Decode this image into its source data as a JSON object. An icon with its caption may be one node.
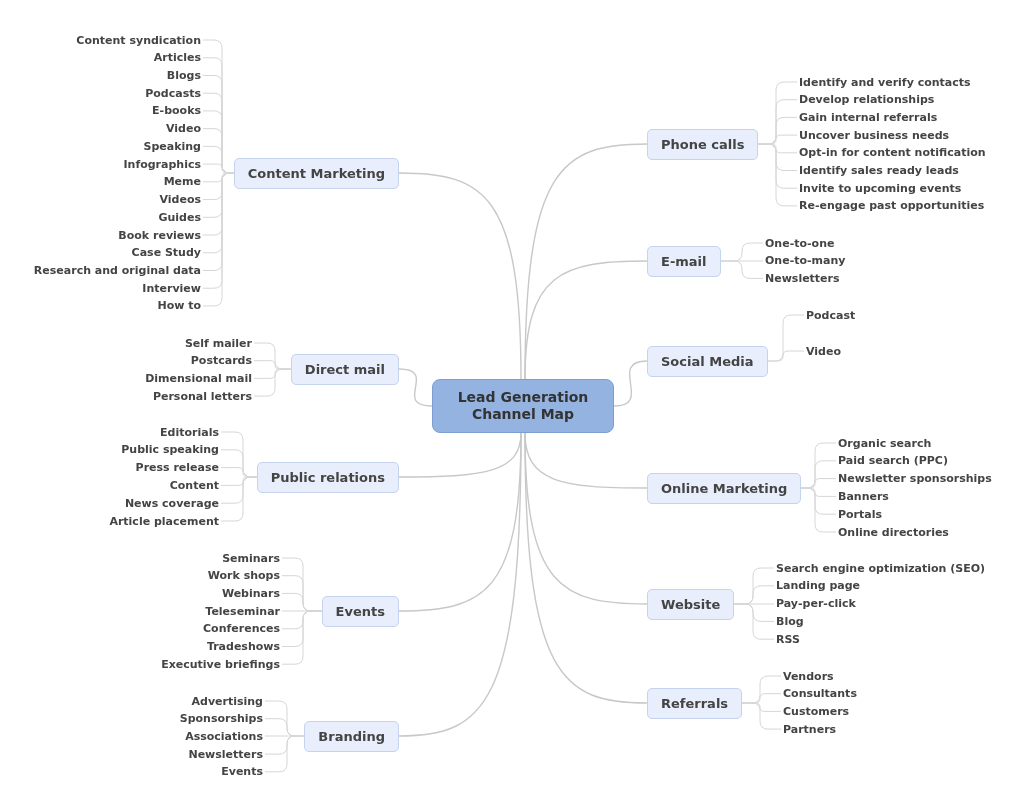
{
  "diagram": {
    "nodes": [
      {
        "text": [
          "Lead Generation Channel Map"
        ]
      },
      {
        "text": [
          "Content Marketing"
        ]
      },
      {
        "text": [
          "Content syndication"
        ]
      },
      {
        "text": [
          "Articles"
        ]
      },
      {
        "text": [
          "Blogs"
        ]
      },
      {
        "text": [
          "Podcasts"
        ]
      },
      {
        "text": [
          "E-books"
        ]
      },
      {
        "text": [
          "Video"
        ]
      },
      {
        "text": [
          "Speaking"
        ]
      },
      {
        "text": [
          "Infographics"
        ]
      },
      {
        "text": [
          "Meme"
        ]
      },
      {
        "text": [
          "Videos"
        ]
      },
      {
        "text": [
          "Guides"
        ]
      },
      {
        "text": [
          "Book reviews"
        ]
      },
      {
        "text": [
          "Case Study"
        ]
      },
      {
        "text": [
          "Research and original data"
        ]
      },
      {
        "text": [
          "Interview"
        ]
      },
      {
        "text": [
          "How to"
        ]
      },
      {
        "text": [
          "Direct mail"
        ]
      },
      {
        "text": [
          "Self mailer"
        ]
      },
      {
        "text": [
          "Postcards"
        ]
      },
      {
        "text": [
          "Dimensional mail"
        ]
      },
      {
        "text": [
          "Personal letters"
        ]
      },
      {
        "text": [
          "Public relations"
        ]
      },
      {
        "text": [
          "Editorials"
        ]
      },
      {
        "text": [
          "Public speaking"
        ]
      },
      {
        "text": [
          "Press release"
        ]
      },
      {
        "text": [
          "Content"
        ]
      },
      {
        "text": [
          "News coverage"
        ]
      },
      {
        "text": [
          "Article placement"
        ]
      },
      {
        "text": [
          "Events"
        ]
      },
      {
        "text": [
          "Seminars"
        ]
      },
      {
        "text": [
          "Work shops"
        ]
      },
      {
        "text": [
          "Webinars"
        ]
      },
      {
        "text": [
          "Teleseminar"
        ]
      },
      {
        "text": [
          "Conferences"
        ]
      },
      {
        "text": [
          "Tradeshows"
        ]
      },
      {
        "text": [
          "Executive briefings"
        ]
      },
      {
        "text": [
          "Branding"
        ]
      },
      {
        "text": [
          "Advertising"
        ]
      },
      {
        "text": [
          "Sponsorships"
        ]
      },
      {
        "text": [
          "Associations"
        ]
      },
      {
        "text": [
          "Newsletters"
        ]
      },
      {
        "text": [
          "Events"
        ]
      },
      {
        "text": [
          "Phone calls"
        ]
      },
      {
        "text": [
          "Identify and verify contacts"
        ]
      },
      {
        "text": [
          "Develop relationships"
        ]
      },
      {
        "text": [
          "Gain internal referrals"
        ]
      },
      {
        "text": [
          "Uncover business needs"
        ]
      },
      {
        "text": [
          "Opt-in for content notification"
        ]
      },
      {
        "text": [
          "Identify sales ready leads"
        ]
      },
      {
        "text": [
          "Invite to upcoming events"
        ]
      },
      {
        "text": [
          "Re-engage past opportunities"
        ]
      },
      {
        "text": [
          "E-mail"
        ]
      },
      {
        "text": [
          "One-to-one"
        ]
      },
      {
        "text": [
          "One-to-many"
        ]
      },
      {
        "text": [
          "Newsletters"
        ]
      },
      {
        "text": [
          "Social Media"
        ]
      },
      {
        "text": [
          "Podcast"
        ]
      },
      {
        "text": [
          "Video"
        ]
      },
      {
        "text": [
          "Online Marketing"
        ]
      },
      {
        "text": [
          "Organic search"
        ]
      },
      {
        "text": [
          "Paid search (PPC)"
        ]
      },
      {
        "text": [
          "Newsletter sponsorships"
        ]
      },
      {
        "text": [
          "Banners"
        ]
      },
      {
        "text": [
          "Portals"
        ]
      },
      {
        "text": [
          "Online directories"
        ]
      },
      {
        "text": [
          "Website"
        ]
      },
      {
        "text": [
          "Search engine optimization (SEO)"
        ]
      },
      {
        "text": [
          "Landing page"
        ]
      },
      {
        "text": [
          "Pay-per-click"
        ]
      },
      {
        "text": [
          "Blog"
        ]
      },
      {
        "text": [
          "RSS"
        ]
      },
      {
        "text": [
          "Referrals"
        ]
      },
      {
        "text": [
          "Vendors"
        ]
      },
      {
        "text": [
          "Consultants"
        ]
      },
      {
        "text": [
          "Customers"
        ]
      },
      {
        "text": [
          "Partners"
        ]
      }
    ],
    "edges": [
      {
        "from": 0,
        "to": 1,
        "arrow": "none"
      },
      {
        "from": 0,
        "to": 18,
        "arrow": "none"
      },
      {
        "from": 0,
        "to": 23,
        "arrow": "none"
      },
      {
        "from": 0,
        "to": 30,
        "arrow": "none"
      },
      {
        "from": 0,
        "to": 38,
        "arrow": "none"
      },
      {
        "from": 0,
        "to": 44,
        "arrow": "none"
      },
      {
        "from": 0,
        "to": 53,
        "arrow": "none"
      },
      {
        "from": 0,
        "to": 57,
        "arrow": "none"
      },
      {
        "from": 0,
        "to": 60,
        "arrow": "none"
      },
      {
        "from": 0,
        "to": 67,
        "arrow": "none"
      },
      {
        "from": 0,
        "to": 73,
        "arrow": "none"
      },
      {
        "from": 1,
        "to": 2,
        "arrow": "none"
      },
      {
        "from": 1,
        "to": 3,
        "arrow": "none"
      },
      {
        "from": 1,
        "to": 4,
        "arrow": "none"
      },
      {
        "from": 1,
        "to": 5,
        "arrow": "none"
      },
      {
        "from": 1,
        "to": 6,
        "arrow": "none"
      },
      {
        "from": 1,
        "to": 7,
        "arrow": "none"
      },
      {
        "from": 1,
        "to": 8,
        "arrow": "none"
      },
      {
        "from": 1,
        "to": 9,
        "arrow": "none"
      },
      {
        "from": 1,
        "to": 10,
        "arrow": "none"
      },
      {
        "from": 1,
        "to": 11,
        "arrow": "none"
      },
      {
        "from": 1,
        "to": 12,
        "arrow": "none"
      },
      {
        "from": 1,
        "to": 13,
        "arrow": "none"
      },
      {
        "from": 1,
        "to": 14,
        "arrow": "none"
      },
      {
        "from": 1,
        "to": 15,
        "arrow": "none"
      },
      {
        "from": 1,
        "to": 16,
        "arrow": "none"
      },
      {
        "from": 1,
        "to": 17,
        "arrow": "none"
      },
      {
        "from": 18,
        "to": 19,
        "arrow": "none"
      },
      {
        "from": 18,
        "to": 20,
        "arrow": "none"
      },
      {
        "from": 18,
        "to": 21,
        "arrow": "none"
      },
      {
        "from": 18,
        "to": 22,
        "arrow": "none"
      },
      {
        "from": 23,
        "to": 24,
        "arrow": "none"
      },
      {
        "from": 23,
        "to": 25,
        "arrow": "none"
      },
      {
        "from": 23,
        "to": 26,
        "arrow": "none"
      },
      {
        "from": 23,
        "to": 27,
        "arrow": "none"
      },
      {
        "from": 23,
        "to": 28,
        "arrow": "none"
      },
      {
        "from": 23,
        "to": 29,
        "arrow": "none"
      },
      {
        "from": 30,
        "to": 31,
        "arrow": "none"
      },
      {
        "from": 30,
        "to": 32,
        "arrow": "none"
      },
      {
        "from": 30,
        "to": 33,
        "arrow": "none"
      },
      {
        "from": 30,
        "to": 34,
        "arrow": "none"
      },
      {
        "from": 30,
        "to": 35,
        "arrow": "none"
      },
      {
        "from": 30,
        "to": 36,
        "arrow": "none"
      },
      {
        "from": 30,
        "to": 37,
        "arrow": "none"
      },
      {
        "from": 38,
        "to": 39,
        "arrow": "none"
      },
      {
        "from": 38,
        "to": 40,
        "arrow": "none"
      },
      {
        "from": 38,
        "to": 41,
        "arrow": "none"
      },
      {
        "from": 38,
        "to": 42,
        "arrow": "none"
      },
      {
        "from": 38,
        "to": 43,
        "arrow": "none"
      },
      {
        "from": 44,
        "to": 45,
        "arrow": "none"
      },
      {
        "from": 44,
        "to": 46,
        "arrow": "none"
      },
      {
        "from": 44,
        "to": 47,
        "arrow": "none"
      },
      {
        "from": 44,
        "to": 48,
        "arrow": "none"
      },
      {
        "from": 44,
        "to": 49,
        "arrow": "none"
      },
      {
        "from": 44,
        "to": 50,
        "arrow": "none"
      },
      {
        "from": 44,
        "to": 51,
        "arrow": "none"
      },
      {
        "from": 44,
        "to": 52,
        "arrow": "none"
      },
      {
        "from": 53,
        "to": 54,
        "arrow": "none"
      },
      {
        "from": 53,
        "to": 55,
        "arrow": "none"
      },
      {
        "from": 53,
        "to": 56,
        "arrow": "none"
      },
      {
        "from": 57,
        "to": 58,
        "arrow": "none"
      },
      {
        "from": 57,
        "to": 59,
        "arrow": "none"
      },
      {
        "from": 60,
        "to": 61,
        "arrow": "none"
      },
      {
        "from": 60,
        "to": 62,
        "arrow": "none"
      },
      {
        "from": 60,
        "to": 63,
        "arrow": "none"
      },
      {
        "from": 60,
        "to": 64,
        "arrow": "none"
      },
      {
        "from": 60,
        "to": 65,
        "arrow": "none"
      },
      {
        "from": 60,
        "to": 66,
        "arrow": "none"
      },
      {
        "from": 67,
        "to": 68,
        "arrow": "none"
      },
      {
        "from": 67,
        "to": 69,
        "arrow": "none"
      },
      {
        "from": 67,
        "to": 70,
        "arrow": "none"
      },
      {
        "from": 67,
        "to": 71,
        "arrow": "none"
      },
      {
        "from": 67,
        "to": 72,
        "arrow": "none"
      },
      {
        "from": 73,
        "to": 74,
        "arrow": "none"
      },
      {
        "from": 73,
        "to": 75,
        "arrow": "none"
      },
      {
        "from": 73,
        "to": 76,
        "arrow": "none"
      },
      {
        "from": 73,
        "to": 77,
        "arrow": "none"
      }
    ]
  }
}
